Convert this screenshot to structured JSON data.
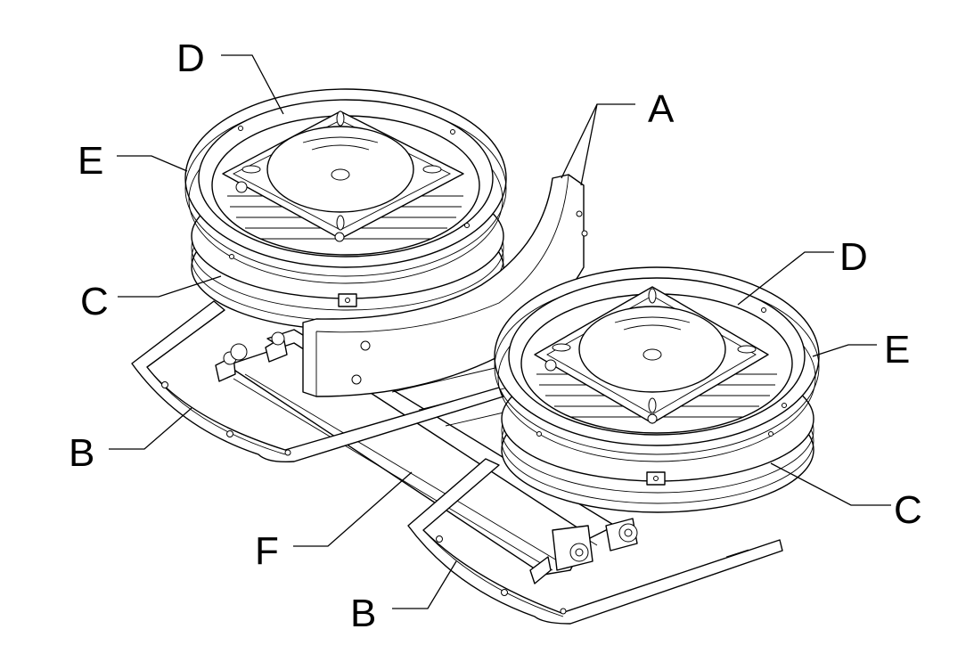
{
  "labels": {
    "a": "A",
    "b_left": "B",
    "b_right": "B",
    "c_left": "C",
    "c_right": "C",
    "d_left": "D",
    "d_right": "D",
    "e_left": "E",
    "e_right": "E",
    "f": "F"
  }
}
